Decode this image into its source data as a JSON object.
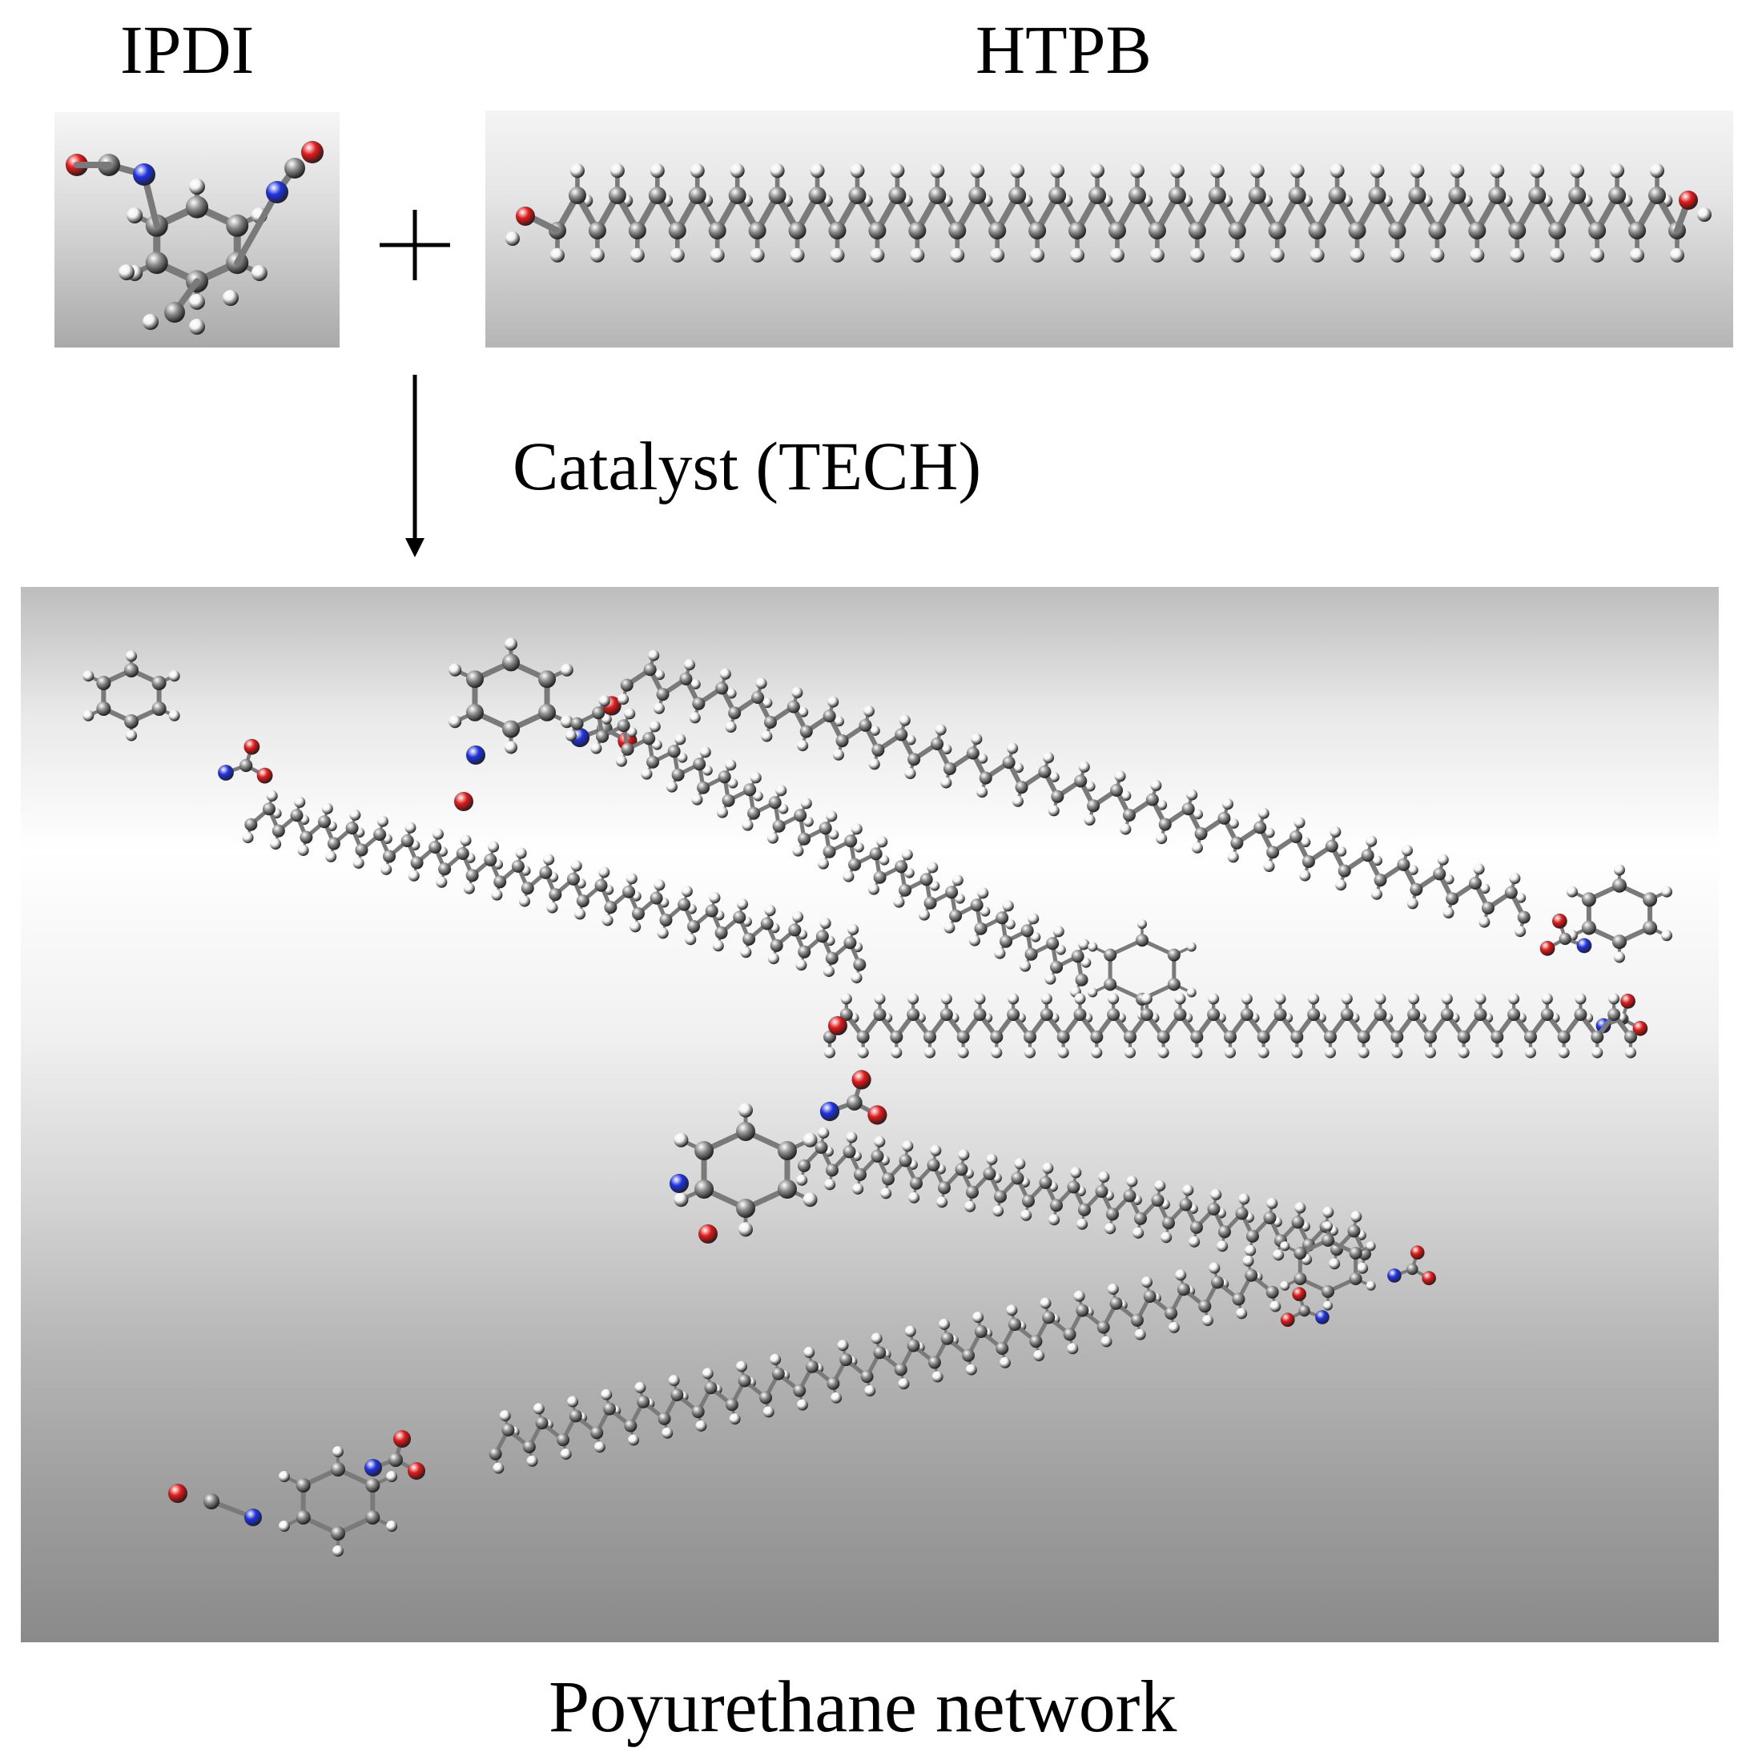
{
  "labels": {
    "ipdi": "IPDI",
    "htpb": "HTPB",
    "catalyst": "Catalyst (TECH)",
    "product": "Poyurethane network"
  },
  "atom_colors": {
    "carbon": "#8c8c8c",
    "hydrogen": "#f2f2f2",
    "nitrogen": "#1f33e6",
    "oxygen": "#e61a1a"
  },
  "icons": {
    "plus": "plus-sign",
    "arrow": "arrow-down"
  }
}
